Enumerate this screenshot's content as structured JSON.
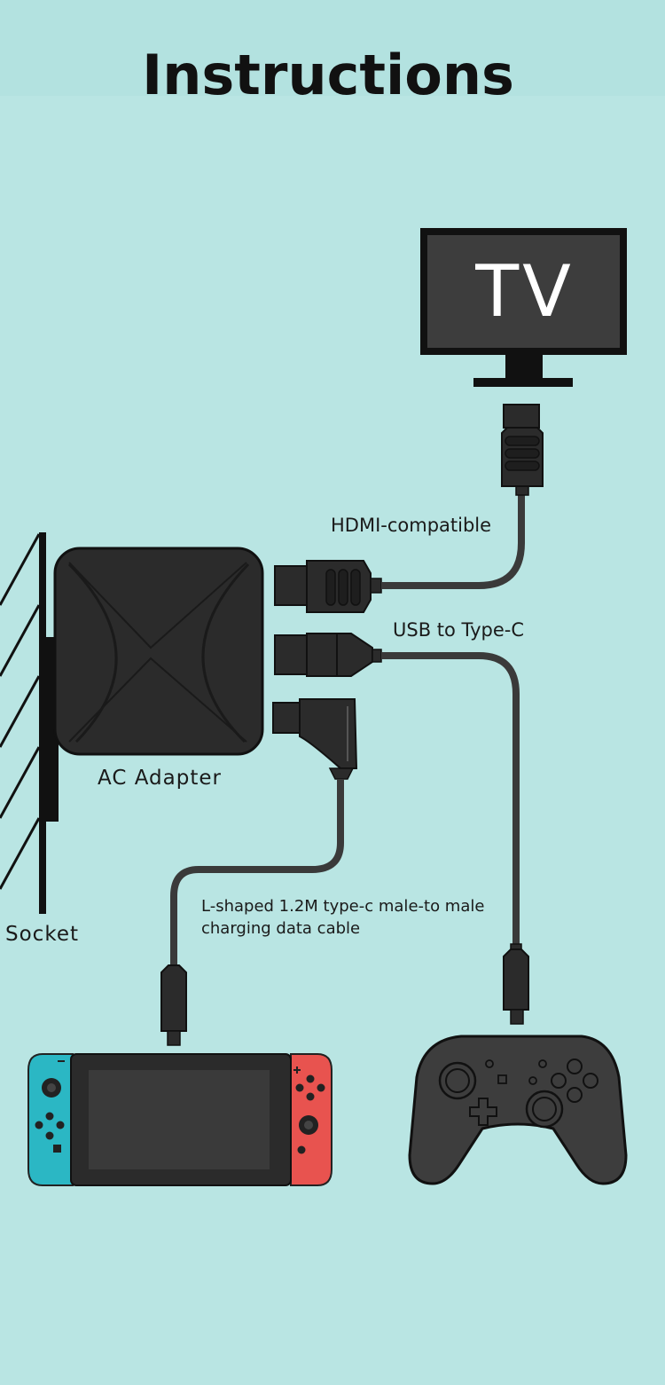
{
  "title": "Instructions",
  "labels": {
    "tv": "TV",
    "hdmi": "HDMI-compatible",
    "usb": "USB to Type-C",
    "ac_adapter": "AC Adapter",
    "socket": "Socket",
    "cable": "L-shaped 1.2M type-c male-to male charging data cable"
  },
  "colors": {
    "background": "#b9e5e3",
    "device_dark": "#2b2b2b",
    "cable": "#3a3a3a",
    "joycon_left": "#2bb7c4",
    "joycon_right": "#e8534f"
  }
}
